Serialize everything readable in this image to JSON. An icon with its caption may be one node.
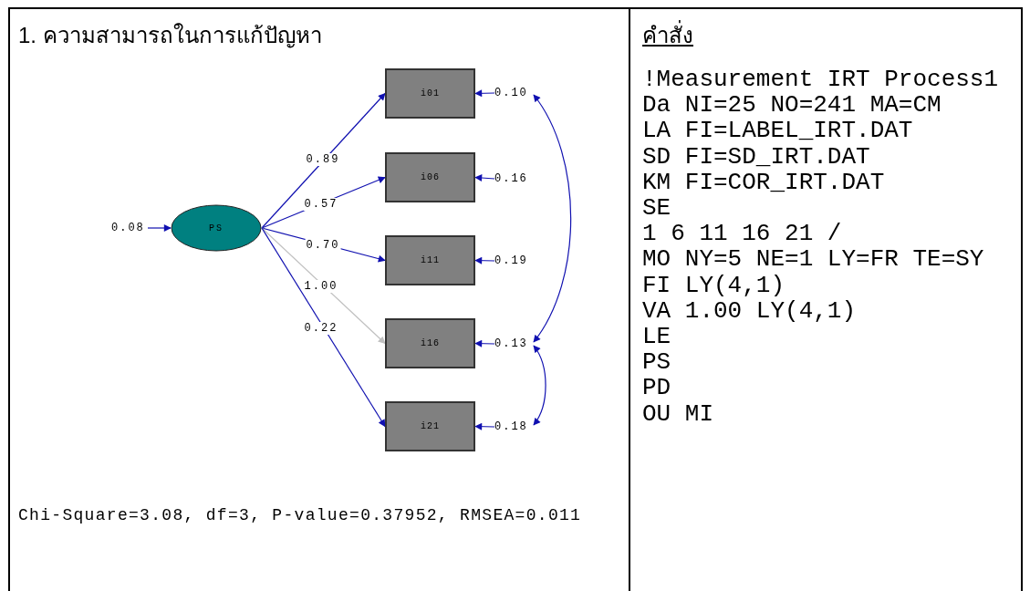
{
  "diagram": {
    "nodes": [
      {
        "text": [
          "PS"
        ]
      },
      {
        "text": [
          "i01"
        ]
      },
      {
        "text": [
          "i06"
        ]
      },
      {
        "text": [
          "i11"
        ]
      },
      {
        "text": [
          "i16"
        ]
      },
      {
        "text": [
          "i21"
        ]
      },
      {
        "text": [
          "0.08"
        ]
      },
      {
        "text": [
          "0.10"
        ]
      },
      {
        "text": [
          "0.16"
        ]
      },
      {
        "text": [
          "0.19"
        ]
      },
      {
        "text": [
          "0.13"
        ]
      },
      {
        "text": [
          "0.18"
        ]
      }
    ],
    "edges": [
      {
        "from": 0,
        "to": 1,
        "arrow": "to",
        "label": "0.89"
      },
      {
        "from": 0,
        "to": 2,
        "arrow": "to",
        "label": "0.57"
      },
      {
        "from": 0,
        "to": 3,
        "arrow": "to",
        "label": "0.70"
      },
      {
        "from": 0,
        "to": 4,
        "arrow": "to",
        "label": "1.00",
        "color": "#c0c0c0"
      },
      {
        "from": 0,
        "to": 5,
        "arrow": "to",
        "label": "0.22"
      },
      {
        "from": 6,
        "to": 0,
        "arrow": "to"
      },
      {
        "from": 7,
        "to": 1,
        "arrow": "to"
      },
      {
        "from": 8,
        "to": 2,
        "arrow": "to"
      },
      {
        "from": 9,
        "to": 3,
        "arrow": "to"
      },
      {
        "from": 10,
        "to": 4,
        "arrow": "to"
      },
      {
        "from": 11,
        "to": 5,
        "arrow": "to"
      },
      {
        "from": 7,
        "to": 10,
        "arrow": "both"
      },
      {
        "from": 10,
        "to": 11,
        "arrow": "both"
      }
    ],
    "labels": [
      "1. ความสามารถในการแก้ปัญหา",
      "คำสั่ง",
      "!Measurement IRT Process1",
      "Da NI=25 NO=241 MA=CM",
      "LA FI=LABEL_IRT.DAT",
      "SD FI=SD_IRT.DAT",
      "KM FI=COR_IRT.DAT",
      "SE",
      "1 6 11 16 21 /",
      "MO NY=5 NE=1 LY=FR TE=SY",
      "FI LY(4,1)",
      "VA 1.00 LY(4,1)",
      "LE",
      "PS",
      "PD",
      "OU MI",
      "Chi-Square=3.08, df=3, P-value=0.37952, RMSEA=0.011"
    ]
  }
}
